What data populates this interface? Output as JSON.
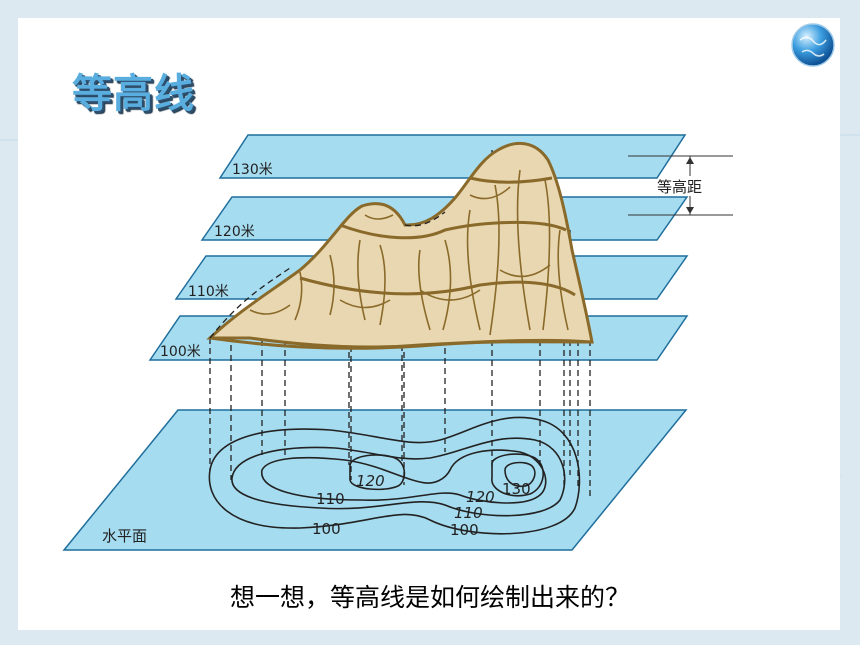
{
  "title": "等高线",
  "caption": "想一想，等高线是如何绘制出来的？",
  "planes": {
    "p130": "130米",
    "p120": "120米",
    "p110": "110米",
    "p100": "100米"
  },
  "contour_interval_label": "等高距",
  "base_label": "水平面",
  "contour_labels": {
    "c120_left": "120",
    "c110_left": "110",
    "c100_left": "100",
    "c130_right": "130",
    "c120_right": "120",
    "c110_right": "110",
    "c100_right": "100"
  },
  "colors": {
    "plane_fill": "#a6dcf0",
    "plane_edge": "#1f6e9c",
    "mountain_fill": "#e8d7b0",
    "mountain_edge": "#8a6a2a",
    "title": "#5aaedf"
  }
}
